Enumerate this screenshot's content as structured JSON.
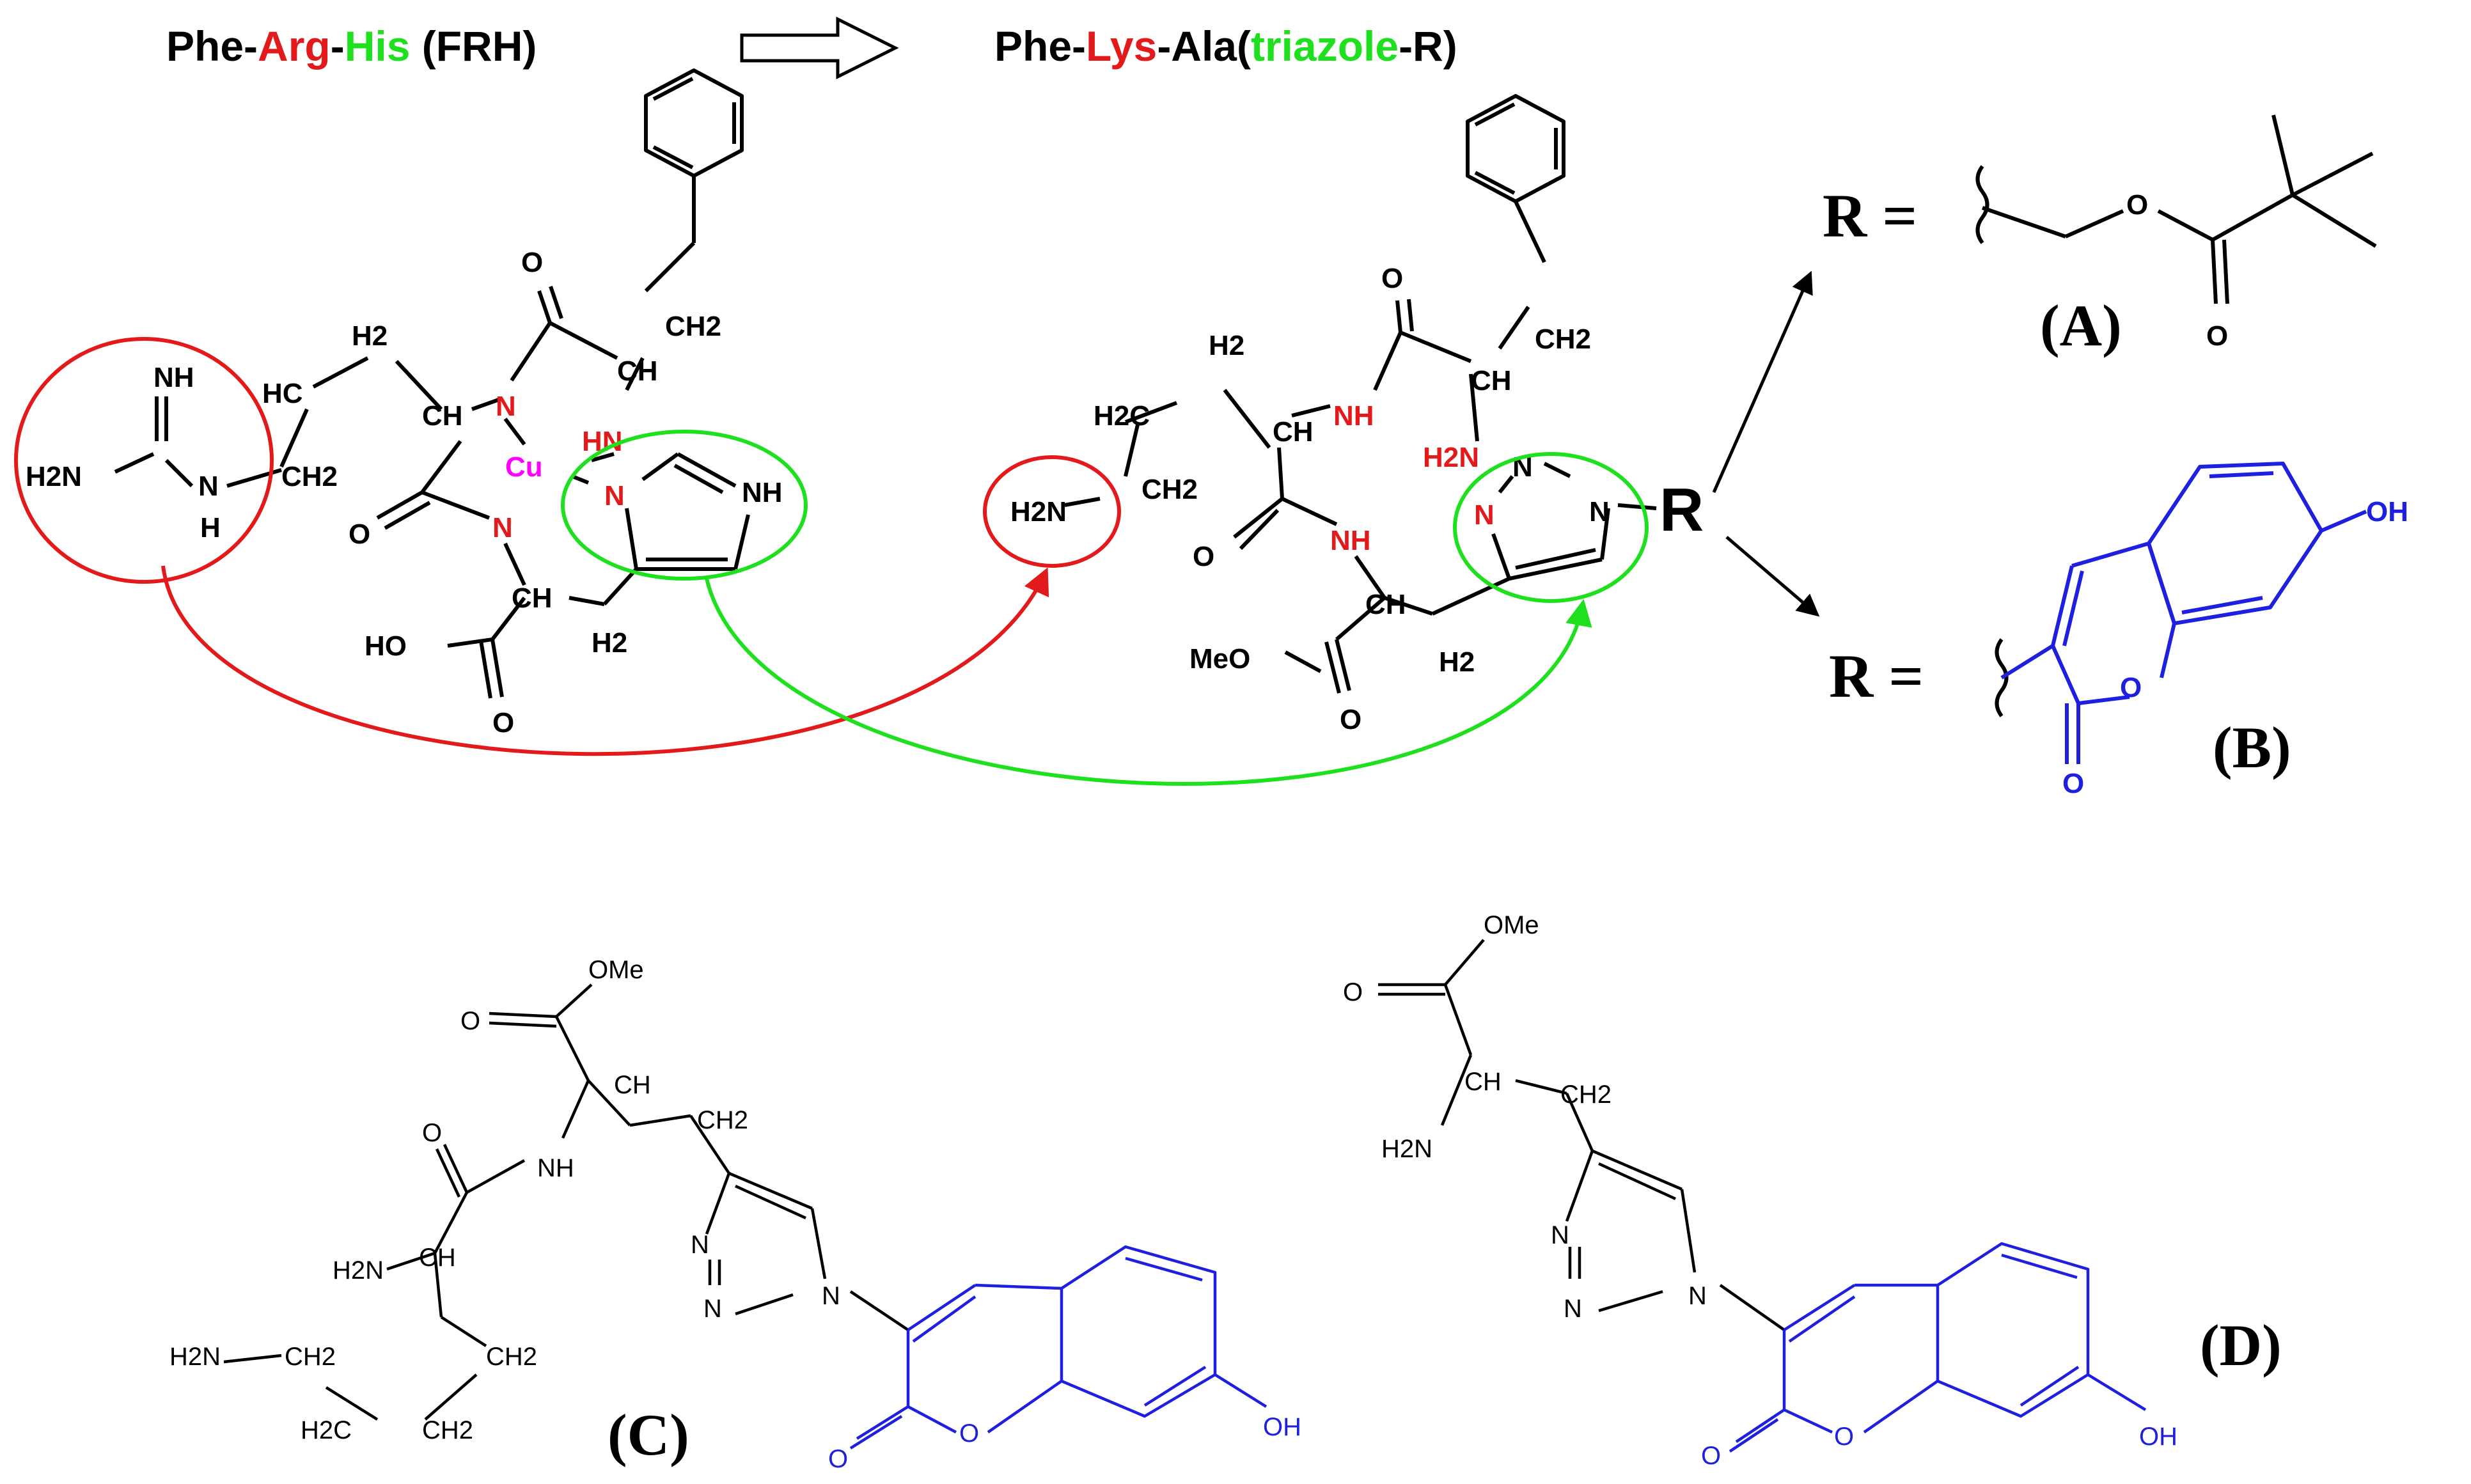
{
  "colors": {
    "black": "#000000",
    "red": "#e31a1c",
    "green": "#1ee01e",
    "blue": "#1f1fe0",
    "magenta": "#ff00ff"
  },
  "titles": {
    "left": {
      "p1": "Phe-",
      "p2": "Arg",
      "p3": "-",
      "p4": "His",
      "p5": " (FRH)"
    },
    "right": {
      "p1": "Phe-",
      "p2": "Lys",
      "p3": "-Ala(",
      "p4": "triazole",
      "p5": "-R)"
    }
  },
  "frh": {
    "nh_imine": "NH",
    "h2n": "H2N",
    "n_guan": "N",
    "h_guan": "H",
    "hc": "HC",
    "h2_top": "H2",
    "ch2": "CH2",
    "ch": "CH",
    "o_top": "O",
    "n_top": "N",
    "ch_phe": "CH",
    "ch2_phe": "CH2",
    "cu": "Cu",
    "hn": "HN",
    "n_im": "N",
    "nh_im": "NH",
    "o_left": "O",
    "n_bot": "N",
    "ch_his": "CH",
    "h2_his": "H2",
    "ho": "HO",
    "o_acid": "O"
  },
  "fkt": {
    "h2_top": "H2",
    "h2c": "H2C",
    "ch": "CH",
    "nh_top": "NH",
    "o_top": "O",
    "ch_phe": "CH",
    "ch2_phe": "CH2",
    "h2n_left": "H2N",
    "ch2_left": "CH2",
    "h2n_red": "H2N",
    "n1": "N",
    "n2": "N",
    "n3": "N",
    "r": "R",
    "o_mid": "O",
    "nh_mid": "NH",
    "ch_ala": "CH",
    "h2_ala": "H2",
    "meo": "MeO",
    "o_bot": "O"
  },
  "r_groups": {
    "r_eq": "R =",
    "label_a": "(A)",
    "label_b": "(B)",
    "o_ester": "O",
    "o_carbonyl": "O",
    "oh": "OH",
    "o_ring": "O",
    "o_lactone": "O"
  },
  "compound_c": {
    "label": "(C)",
    "ome": "OMe",
    "o_ester": "O",
    "o_amide": "O",
    "nh": "NH",
    "ch": "CH",
    "ch2": "CH2",
    "h2n": "H2N",
    "ch_lys": "CH",
    "h2n_term": "H2N",
    "ch2_a": "CH2",
    "ch2_b": "CH2",
    "h2c": "H2C",
    "ch2_c": "CH2",
    "n1": "N",
    "n2": "N",
    "n3": "N",
    "oh": "OH",
    "o_ring": "O",
    "o_lactone": "O"
  },
  "compound_d": {
    "label": "(D)",
    "ome": "OMe",
    "o_ester": "O",
    "ch": "CH",
    "ch2": "CH2",
    "h2n": "H2N",
    "n1": "N",
    "n2": "N",
    "n3": "N",
    "oh": "OH",
    "o_ring": "O",
    "o_lactone": "O"
  }
}
